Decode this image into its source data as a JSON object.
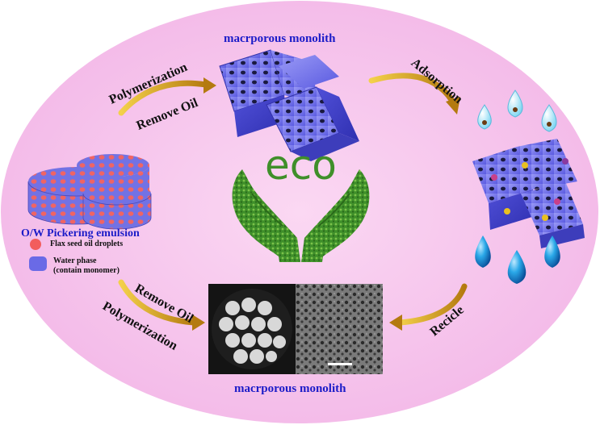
{
  "title_top": "macrporous monolith",
  "title_bottom": "macrporous monolith",
  "left_top_step1": "Polymerization",
  "left_top_step2": "Remove Oil",
  "right_top_step": "Adsorption",
  "bottom_left_step1": "Remove Oil",
  "bottom_left_step2": "Polymerization",
  "bottom_right_step": "Recicle",
  "emulsion_title": "O/W Pickering emulsion",
  "legend": {
    "oil": "Flax seed oil droplets",
    "water_line1": "Water phase",
    "water_line2": "(contain monomer)"
  },
  "center_word": "eco",
  "colors": {
    "background_ellipse": "#f7c2ec",
    "monolith": "#6a6ae6",
    "oil_droplet": "#f25d5d",
    "arrow": "#d8a21c",
    "leaf": "#3f8f2a",
    "label_blue": "#1c1cc8"
  }
}
